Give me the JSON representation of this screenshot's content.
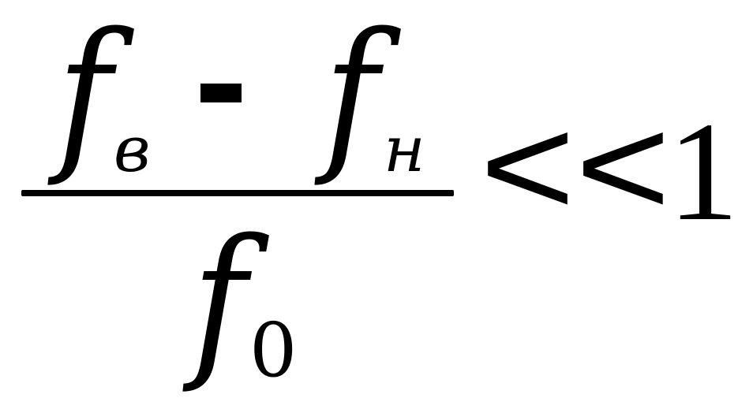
{
  "formula": {
    "numerator": {
      "f_upper": "f",
      "upper_subscript": "в",
      "operator": "-",
      "f_lower": "f",
      "lower_subscript": "н"
    },
    "denominator": {
      "f_center": "f",
      "center_subscript": "0"
    },
    "relation": "<<",
    "rhs": "1"
  }
}
